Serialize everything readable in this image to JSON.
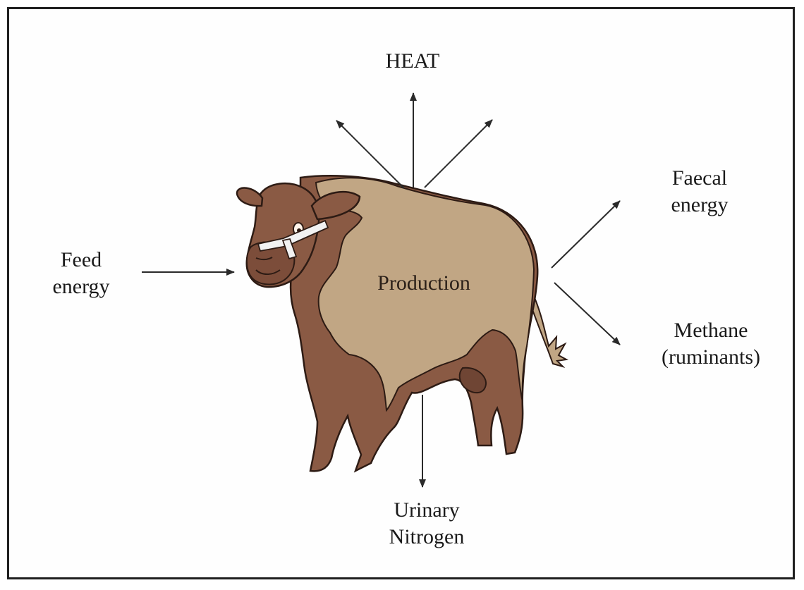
{
  "diagram": {
    "heat": "HEAT",
    "faecal": [
      "Faecal",
      "energy"
    ],
    "feed": [
      "Feed",
      "energy"
    ],
    "production": "Production",
    "methane": [
      "Methane",
      "(ruminants)"
    ],
    "urinary": [
      "Urinary",
      "Nitrogen"
    ]
  },
  "colors": {
    "cow_brown": "#8a5a44",
    "cow_outline": "#2d1b14",
    "production_tan": "#c1a684",
    "halter": "#f2f2f2",
    "arrow": "#2a2a2a"
  }
}
